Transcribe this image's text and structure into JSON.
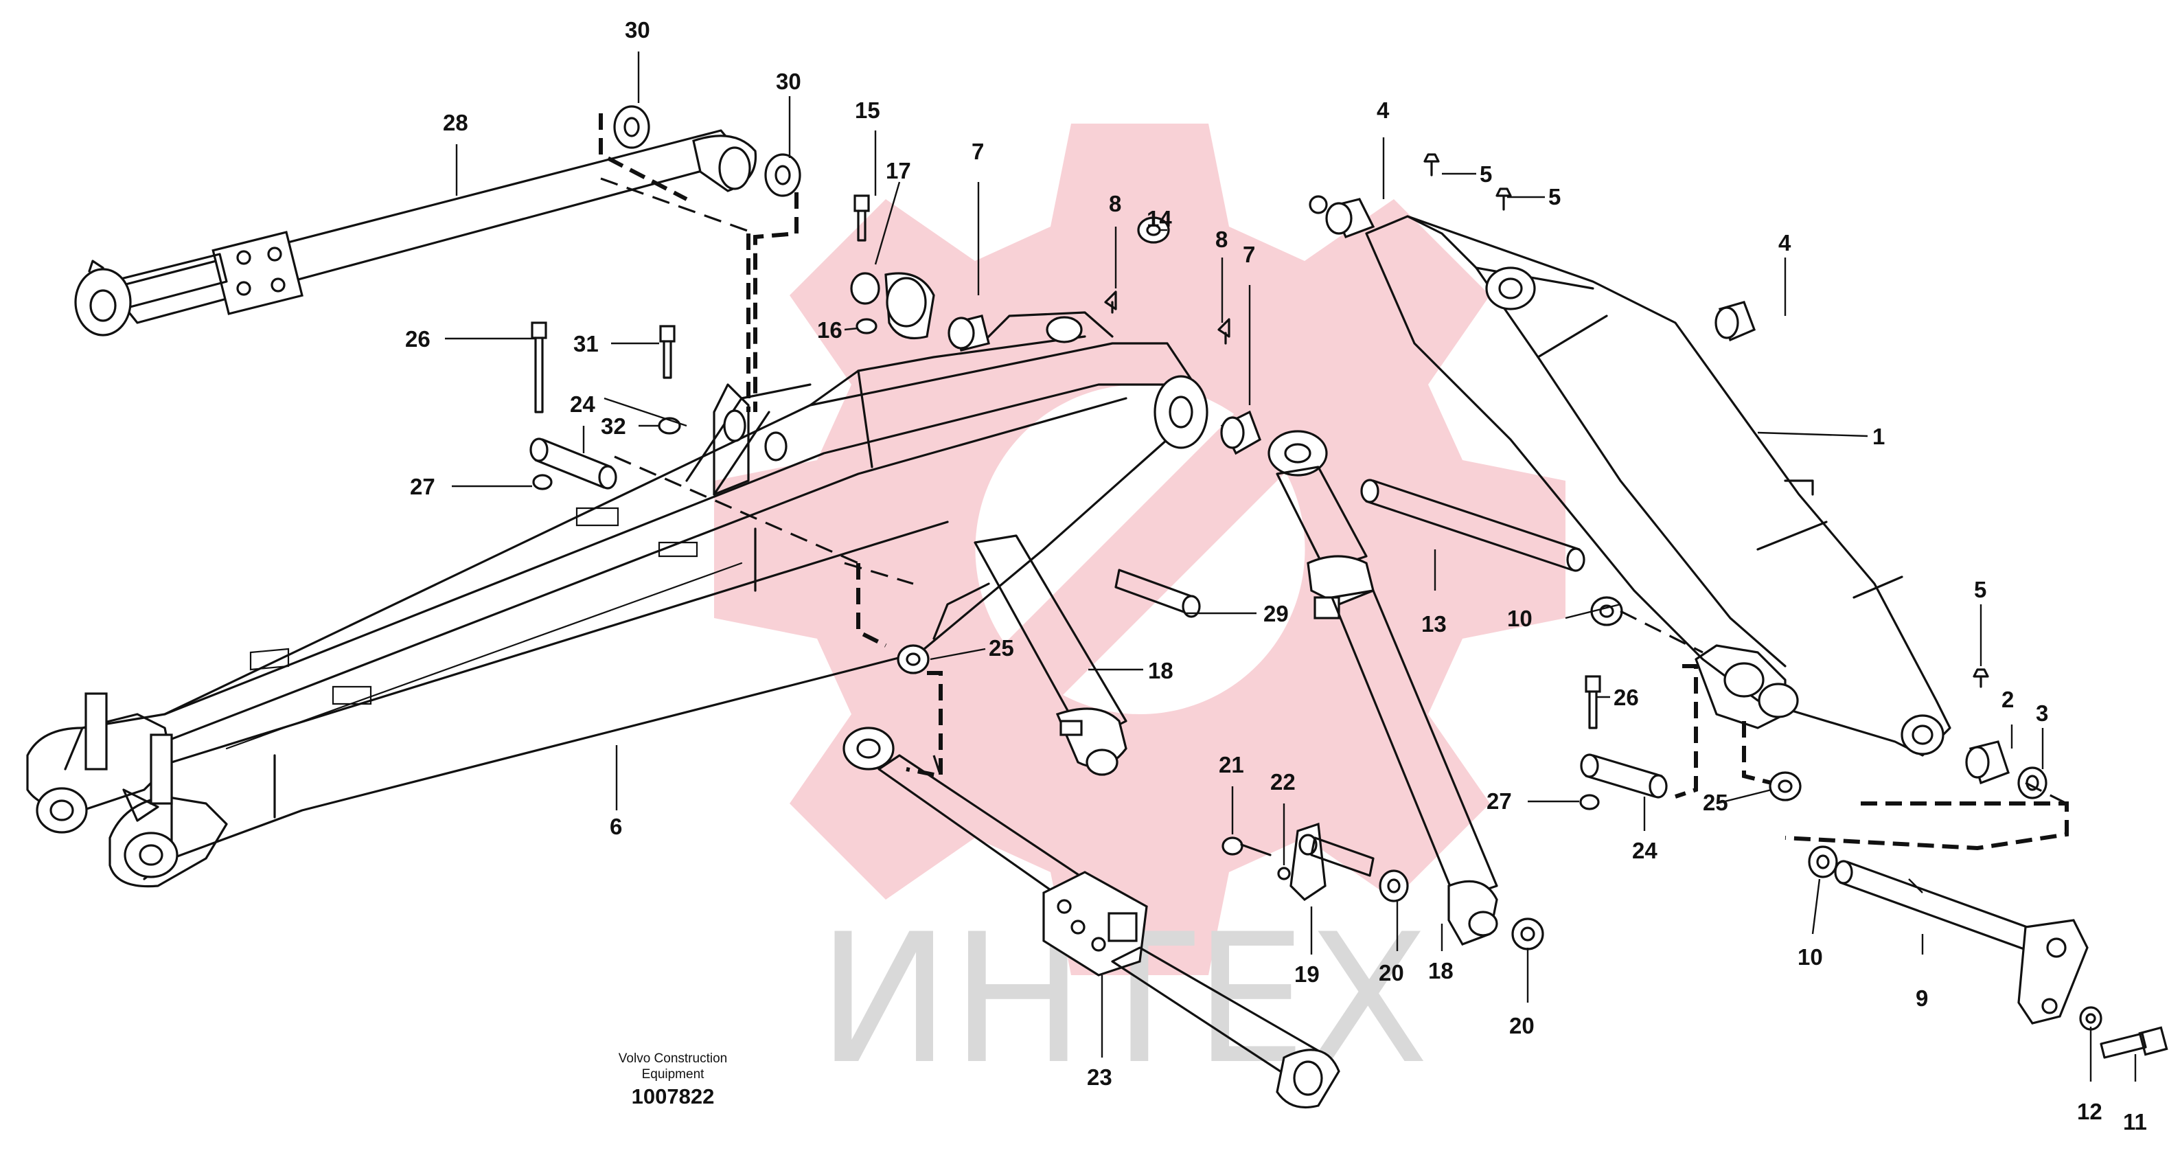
{
  "watermark": {
    "text": "ИНТЕХ",
    "logo_color": "#f7c9cf",
    "text_color": "#d9d9d9",
    "logo_icon": "gear-wrench-logo"
  },
  "caption": {
    "brand_line1": "Volvo Construction",
    "brand_line2": "Equipment",
    "reference": "1007822"
  },
  "callouts": {
    "c1": "1",
    "c2": "2",
    "c3": "3",
    "c4a": "4",
    "c4b": "4",
    "c5a": "5",
    "c5b": "5",
    "c5c": "5",
    "c6": "6",
    "c7a": "7",
    "c7b": "7",
    "c8a": "8",
    "c8b": "8",
    "c9": "9",
    "c10a": "10",
    "c10b": "10",
    "c11": "11",
    "c12": "12",
    "c13": "13",
    "c14": "14",
    "c15": "15",
    "c16": "16",
    "c17": "17",
    "c18a": "18",
    "c18b": "18",
    "c19": "19",
    "c20a": "20",
    "c20b": "20",
    "c21": "21",
    "c22": "22",
    "c23": "23",
    "c24a": "24",
    "c24b": "24",
    "c25a": "25",
    "c25b": "25",
    "c26a": "26",
    "c26b": "26",
    "c27a": "27",
    "c27b": "27",
    "c28": "28",
    "c29": "29",
    "c30a": "30",
    "c30b": "30",
    "c31": "31",
    "c32": "32"
  }
}
